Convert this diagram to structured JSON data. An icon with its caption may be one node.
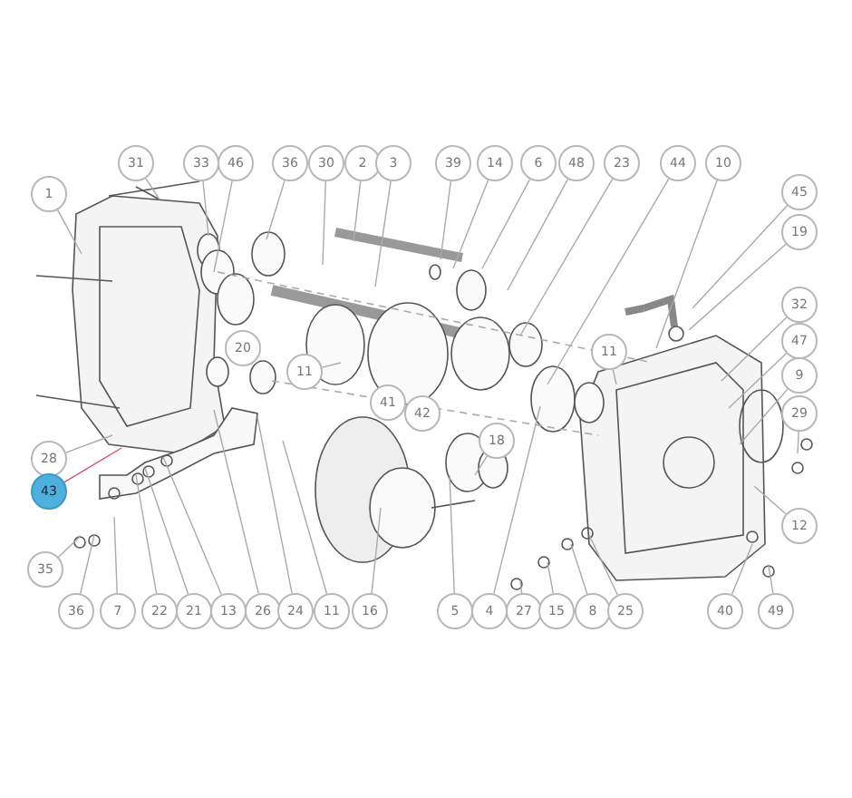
{
  "diagram": {
    "nodes": [
      {
        "text": [
          "31"
        ]
      },
      {
        "text": [
          "33"
        ]
      },
      {
        "text": [
          "46"
        ]
      },
      {
        "text": [
          "36"
        ]
      },
      {
        "text": [
          "30"
        ]
      },
      {
        "text": [
          "2"
        ]
      },
      {
        "text": [
          "3"
        ]
      },
      {
        "text": [
          "1"
        ]
      },
      {
        "text": [
          "39"
        ]
      },
      {
        "text": [
          "14"
        ]
      },
      {
        "text": [
          "6"
        ]
      },
      {
        "text": [
          "48"
        ]
      },
      {
        "text": [
          "23"
        ]
      },
      {
        "text": [
          "44"
        ]
      },
      {
        "text": [
          "10"
        ]
      },
      {
        "text": [
          "45"
        ]
      },
      {
        "text": [
          "19"
        ]
      },
      {
        "text": [
          "20"
        ]
      },
      {
        "text": [
          "11"
        ]
      },
      {
        "text": [
          "11"
        ]
      },
      {
        "text": [
          "32"
        ]
      },
      {
        "text": [
          "47"
        ]
      },
      {
        "text": [
          "41"
        ]
      },
      {
        "text": [
          "42"
        ]
      },
      {
        "text": [
          "9"
        ]
      },
      {
        "text": [
          "29"
        ]
      },
      {
        "text": [
          "18"
        ]
      },
      {
        "text": [
          "28"
        ]
      },
      {
        "text": [
          "43"
        ]
      },
      {
        "text": [
          "12"
        ]
      },
      {
        "text": [
          "35"
        ]
      },
      {
        "text": [
          "36"
        ]
      },
      {
        "text": [
          "7"
        ]
      },
      {
        "text": [
          "22"
        ]
      },
      {
        "text": [
          "21"
        ]
      },
      {
        "text": [
          "13"
        ]
      },
      {
        "text": [
          "26"
        ]
      },
      {
        "text": [
          "24"
        ]
      },
      {
        "text": [
          "11"
        ]
      },
      {
        "text": [
          "16"
        ]
      },
      {
        "text": [
          "5"
        ]
      },
      {
        "text": [
          "4"
        ]
      },
      {
        "text": [
          "27"
        ]
      },
      {
        "text": [
          "15"
        ]
      },
      {
        "text": [
          "8"
        ]
      },
      {
        "text": [
          "25"
        ]
      },
      {
        "text": [
          "40"
        ]
      },
      {
        "text": [
          "49"
        ]
      }
    ],
    "edges": [
      {
        "from": 0,
        "to": null,
        "arrow": "none"
      },
      {
        "from": 1,
        "to": null,
        "arrow": "none"
      },
      {
        "from": 2,
        "to": null,
        "arrow": "none"
      },
      {
        "from": 3,
        "to": null,
        "arrow": "none"
      },
      {
        "from": 4,
        "to": null,
        "arrow": "none"
      },
      {
        "from": 5,
        "to": null,
        "arrow": "none"
      },
      {
        "from": 6,
        "to": null,
        "arrow": "none"
      },
      {
        "from": 7,
        "to": null,
        "arrow": "none"
      },
      {
        "from": 8,
        "to": null,
        "arrow": "none"
      },
      {
        "from": 9,
        "to": null,
        "arrow": "none"
      },
      {
        "from": 10,
        "to": null,
        "arrow": "none"
      },
      {
        "from": 11,
        "to": null,
        "arrow": "none"
      },
      {
        "from": 12,
        "to": null,
        "arrow": "none"
      },
      {
        "from": 13,
        "to": null,
        "arrow": "none"
      },
      {
        "from": 14,
        "to": null,
        "arrow": "none"
      },
      {
        "from": 15,
        "to": null,
        "arrow": "none"
      },
      {
        "from": 16,
        "to": null,
        "arrow": "none"
      },
      {
        "from": 18,
        "to": null,
        "arrow": "none"
      },
      {
        "from": 19,
        "to": null,
        "arrow": "none"
      },
      {
        "from": 20,
        "to": null,
        "arrow": "none"
      },
      {
        "from": 21,
        "to": null,
        "arrow": "none"
      },
      {
        "from": 24,
        "to": null,
        "arrow": "none"
      },
      {
        "from": 25,
        "to": null,
        "arrow": "none"
      },
      {
        "from": 26,
        "to": null,
        "arrow": "none"
      },
      {
        "from": 27,
        "to": null,
        "arrow": "none"
      },
      {
        "from": 28,
        "to": null,
        "arrow": "none",
        "color": "#d0508a"
      },
      {
        "from": 29,
        "to": null,
        "arrow": "none"
      },
      {
        "from": 30,
        "to": null,
        "arrow": "none"
      },
      {
        "from": 31,
        "to": null,
        "arrow": "none"
      },
      {
        "from": 32,
        "to": null,
        "arrow": "none"
      },
      {
        "from": 33,
        "to": null,
        "arrow": "none"
      },
      {
        "from": 34,
        "to": null,
        "arrow": "none"
      },
      {
        "from": 35,
        "to": null,
        "arrow": "none"
      },
      {
        "from": 36,
        "to": null,
        "arrow": "none"
      },
      {
        "from": 37,
        "to": null,
        "arrow": "none"
      },
      {
        "from": 38,
        "to": null,
        "arrow": "none"
      },
      {
        "from": 39,
        "to": null,
        "arrow": "none"
      },
      {
        "from": 40,
        "to": null,
        "arrow": "none"
      },
      {
        "from": 41,
        "to": null,
        "arrow": "none"
      },
      {
        "from": 42,
        "to": null,
        "arrow": "none"
      },
      {
        "from": 43,
        "to": null,
        "arrow": "none"
      },
      {
        "from": 44,
        "to": null,
        "arrow": "none"
      },
      {
        "from": 45,
        "to": null,
        "arrow": "none"
      },
      {
        "from": 46,
        "to": null,
        "arrow": "none"
      },
      {
        "from": 47,
        "to": null,
        "arrow": "none"
      }
    ]
  }
}
